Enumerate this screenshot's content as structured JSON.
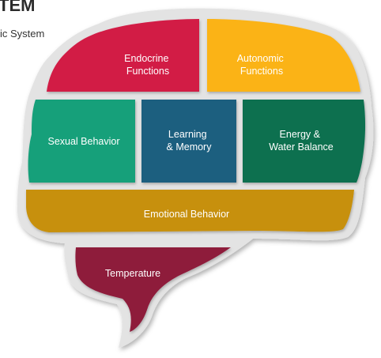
{
  "header": {
    "title": "TEM",
    "subtitle": "ic System"
  },
  "diagram": {
    "regions": [
      {
        "id": "endocrine",
        "lines": [
          "Endocrine",
          "Functions"
        ],
        "color": "#d21a45"
      },
      {
        "id": "autonomic",
        "lines": [
          "Autonomic",
          "Functions"
        ],
        "color": "#fbb317"
      },
      {
        "id": "sexual",
        "lines": [
          "Sexual Behavior"
        ],
        "color": "#15a07a"
      },
      {
        "id": "learning",
        "lines": [
          "Learning",
          "& Memory"
        ],
        "color": "#1f5f7f"
      },
      {
        "id": "energy",
        "lines": [
          "Energy &",
          "Water Balance"
        ],
        "color": "#10704f"
      },
      {
        "id": "emotional",
        "lines": [
          "Emotional Behavior"
        ],
        "color": "#c79008"
      },
      {
        "id": "temperature",
        "lines": [
          "Temperature"
        ],
        "color": "#8e1a3a"
      }
    ],
    "outline_color": "#e3e3e3"
  }
}
